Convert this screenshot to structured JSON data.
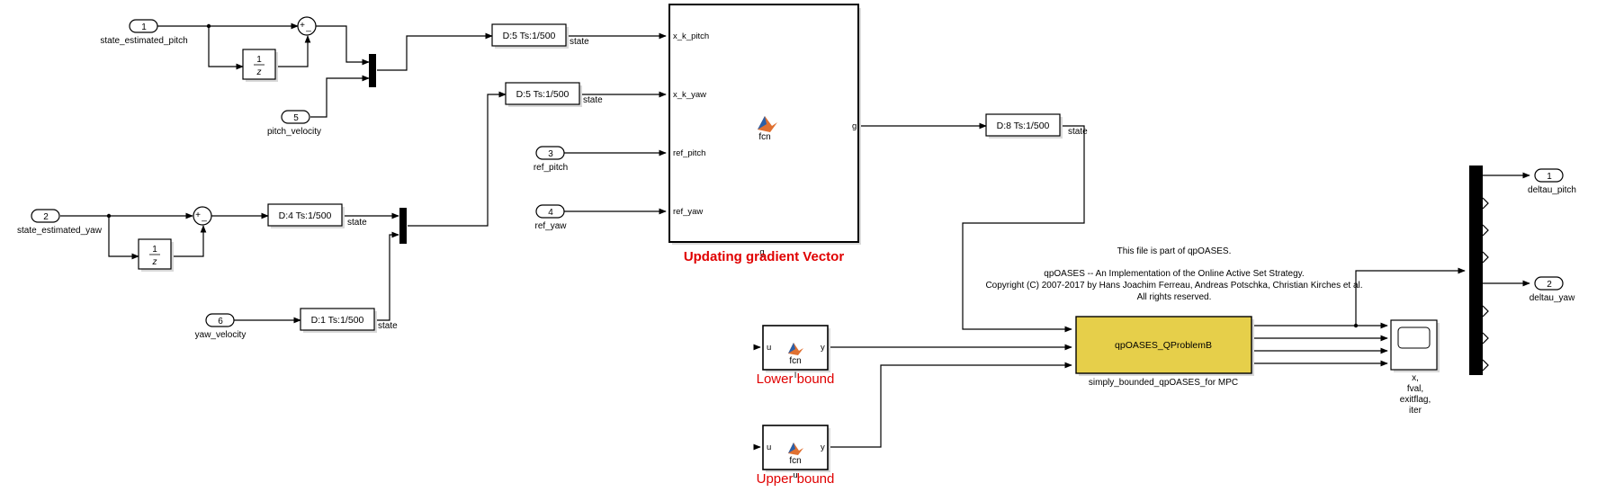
{
  "inports": [
    {
      "num": "1",
      "name": "state_estimated_pitch"
    },
    {
      "num": "2",
      "name": "state_estimated_yaw"
    },
    {
      "num": "3",
      "name": "ref_pitch"
    },
    {
      "num": "4",
      "name": "ref_yaw"
    },
    {
      "num": "5",
      "name": "pitch_velocity"
    },
    {
      "num": "6",
      "name": "yaw_velocity"
    }
  ],
  "outports": [
    {
      "num": "1",
      "name": "deltau_pitch"
    },
    {
      "num": "2",
      "name": "deltau_yaw"
    }
  ],
  "sum_signs": {
    "plus": "+",
    "minus": "_"
  },
  "delay": {
    "num": "1",
    "den": "z"
  },
  "rate_transitions": [
    {
      "text": "D:5 Ts:1/500",
      "state": "state"
    },
    {
      "text": "D:5 Ts:1/500",
      "state": "state"
    },
    {
      "text": "D:4 Ts:1/500",
      "state": "state"
    },
    {
      "text": "D:1 Ts:1/500",
      "state": "state"
    },
    {
      "text": "D:8 Ts:1/500",
      "state": "state"
    }
  ],
  "gradient_block": {
    "inputs": [
      "x_k_pitch",
      "x_k_yaw",
      "ref_pitch",
      "ref_yaw"
    ],
    "output": "g",
    "fcn": "fcn",
    "bottom_port": "g",
    "title": "Updating gradient Vector"
  },
  "lower_bound": {
    "in": "u",
    "out": "y",
    "fcn": "fcn",
    "title": "Lower bound",
    "bottom_port": "l"
  },
  "upper_bound": {
    "in": "u",
    "out": "y",
    "fcn": "fcn",
    "title": "Upper bound",
    "bottom_port": "u"
  },
  "qp_block": {
    "name": "qpOASES_QProblemB",
    "caption": "simply_bounded_qpOASES_for MPC"
  },
  "annotation": [
    "This file is part of qpOASES.",
    "",
    "qpOASES -- An Implementation of the Online Active Set Strategy.",
    "Copyright (C) 2007-2017 by Hans Joachim Ferreau, Andreas Potschka, Christian Kirches et al.",
    "All rights reserved."
  ],
  "scope_labels": [
    "x,",
    "fval,",
    "exitflag,",
    "iter"
  ],
  "colors": {
    "qp_fill": "#e6cf4a",
    "title_red": "#e00000"
  }
}
